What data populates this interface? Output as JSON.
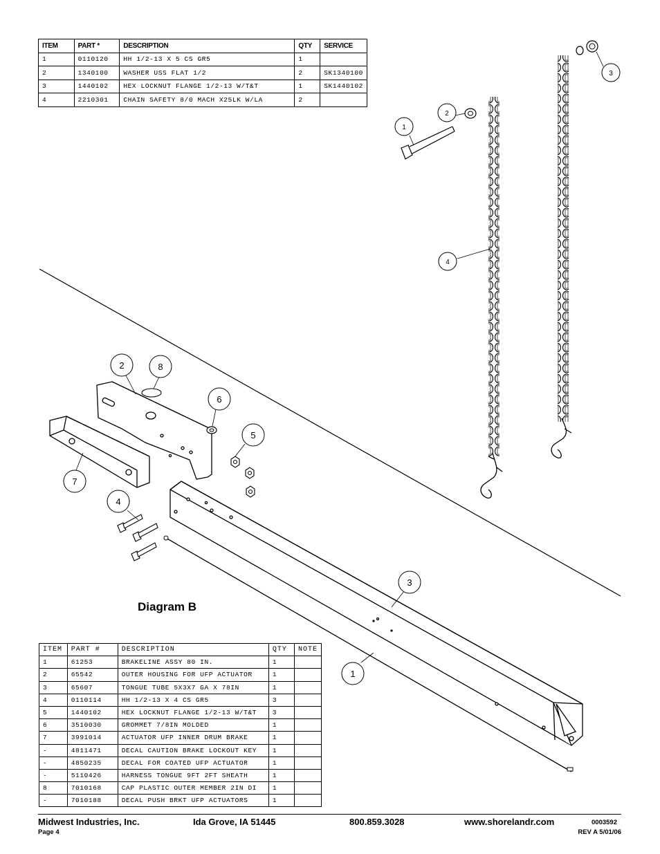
{
  "table_a": {
    "headers": [
      "ITEM",
      "PART *",
      "DESCRIPTION",
      "QTY",
      "SERVICE"
    ],
    "rows": [
      [
        "1",
        "0110120",
        "HH 1/2-13 X 5 CS GR5",
        "1",
        ""
      ],
      [
        "2",
        "1340100",
        "WASHER USS FLAT 1/2",
        "2",
        "SK1340100"
      ],
      [
        "3",
        "1440102",
        "HEX LOCKNUT FLANGE 1/2-13 W/T&T",
        "1",
        "SK1440102"
      ],
      [
        "4",
        "2210301",
        "CHAIN SAFETY 8/0 MACH X25LK W/LA",
        "2",
        ""
      ]
    ]
  },
  "callouts_upper": [
    "1",
    "2",
    "3",
    "4"
  ],
  "callouts_lower": [
    "2",
    "8",
    "6",
    "5",
    "7",
    "4",
    "3",
    "1"
  ],
  "diagram_title": "Diagram B",
  "table_b": {
    "headers": [
      "ITEM",
      "PART #",
      "DESCRIPTION",
      "QTY",
      "NOTE"
    ],
    "rows": [
      [
        "1",
        "61253",
        "BRAKELINE ASSY 80 IN.",
        "1",
        ""
      ],
      [
        "2",
        "65542",
        "OUTER HOUSING FOR UFP ACTUATOR",
        "1",
        ""
      ],
      [
        "3",
        "65607",
        "TONGUE TUBE 5X3X7 GA X 78IN",
        "1",
        ""
      ],
      [
        "4",
        "0110114",
        "HH 1/2-13 X 4 CS GR5",
        "3",
        ""
      ],
      [
        "5",
        "1440102",
        "HEX LOCKNUT FLANGE 1/2-13 W/T&T",
        "3",
        ""
      ],
      [
        "6",
        "3510030",
        "GROMMET  7/8IN MOLDED",
        "1",
        ""
      ],
      [
        "7",
        "3991014",
        "ACTUATOR UFP INNER  DRUM BRAKE",
        "1",
        ""
      ],
      [
        "-",
        "4811471",
        "DECAL CAUTION BRAKE LOCKOUT KEY",
        "1",
        ""
      ],
      [
        "-",
        "4850235",
        "DECAL FOR COATED UFP ACTUATOR",
        "1",
        ""
      ],
      [
        "-",
        "5110426",
        "HARNESS  TONGUE 9FT  2FT SHEATH",
        "1",
        ""
      ],
      [
        "8",
        "7010168",
        "CAP  PLASTIC OUTER MEMBER 2IN DI",
        "1",
        ""
      ],
      [
        "-",
        "7010188",
        "DECAL PUSH BRKT UFP ACTUATORS",
        "1",
        ""
      ]
    ]
  },
  "footer": {
    "company": "Midwest Industries, Inc.",
    "city": "Ida Grove, IA  51445",
    "phone": "800.859.3028",
    "website": "www.shorelandr.com",
    "doc_number": "0003592",
    "page": "Page 4",
    "revision": "REV A 5/01/06"
  }
}
